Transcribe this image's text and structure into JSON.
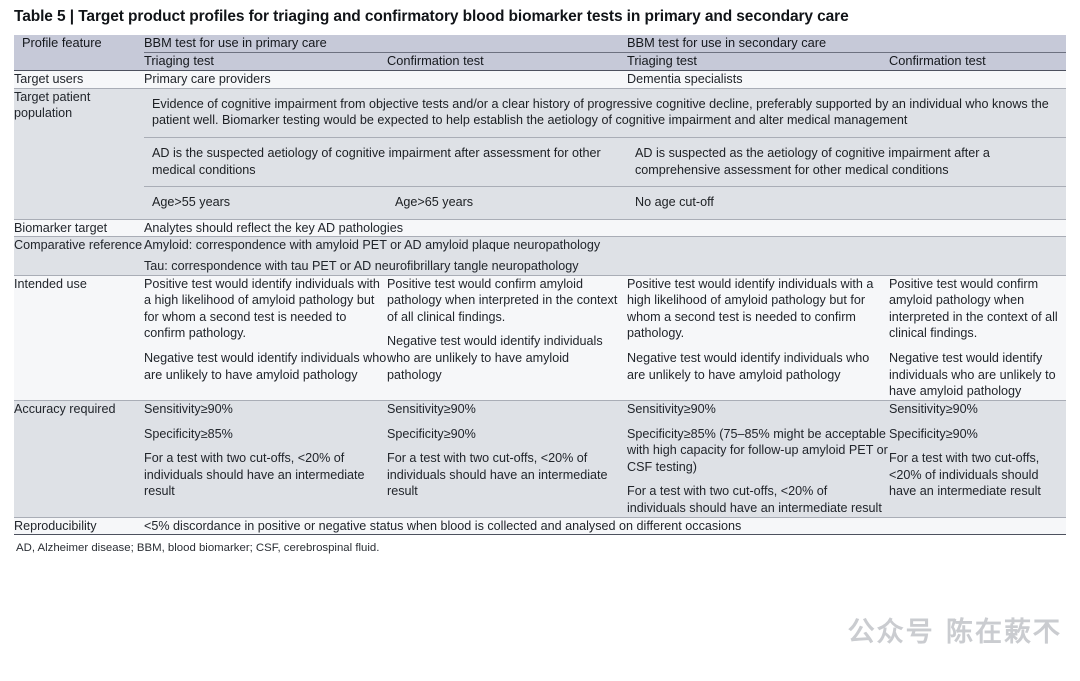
{
  "title": {
    "number": "Table 5",
    "separator": "|",
    "text": "Target product profiles for triaging and confirmatory blood biomarker tests in primary and secondary care",
    "full": "Table 5 | Target product profiles for triaging and confirmatory blood biomarker tests in primary and secondary care"
  },
  "header": {
    "feature_label": "Profile feature",
    "group_primary": "BBM test for use in primary care",
    "group_secondary": "BBM test for use in secondary care",
    "sub_primary_triaging": "Triaging test",
    "sub_primary_confirmation": "Confirmation test",
    "sub_secondary_triaging": "Triaging test",
    "sub_secondary_confirmation": "Confirmation test"
  },
  "rows": {
    "target_users": {
      "feature": "Target users",
      "primary": "Primary care providers",
      "secondary": "Dementia specialists"
    },
    "target_patient_population": {
      "feature": "Target patient population",
      "span_all": "Evidence of cognitive impairment from objective tests and/or a clear history of progressive cognitive decline, preferably supported by an individual who knows the patient well. Biomarker testing would be expected to help establish the aetiology of cognitive impairment and alter medical management",
      "primary_group": "AD is the suspected aetiology of cognitive impairment after assessment for other medical conditions",
      "secondary_group": "AD is suspected as the aetiology of cognitive impairment after a comprehensive assessment for other medical conditions",
      "age_primary_triaging": "Age>55 years",
      "age_primary_confirmation": "Age>65 years",
      "age_secondary": "No age cut-off"
    },
    "biomarker_target": {
      "feature": "Biomarker target",
      "span_all": "Analytes should reflect the key AD pathologies"
    },
    "comparative_reference": {
      "feature": "Comparative reference",
      "line1": "Amyloid: correspondence with amyloid PET or AD amyloid plaque neuropathology",
      "line2": "Tau: correspondence with tau PET or AD neurofibrillary tangle neuropathology"
    },
    "intended_use": {
      "feature": "Intended use",
      "primary_triaging": [
        "Positive test would identify individuals with a high likelihood of amyloid pathology but for whom a second test is needed to confirm pathology.",
        "Negative test would identify individuals who are unlikely to have amyloid pathology"
      ],
      "primary_confirmation": [
        "Positive test would confirm amyloid pathology when interpreted in the context of all clinical findings.",
        "Negative test would identify individuals who are unlikely to have amyloid pathology"
      ],
      "secondary_triaging": [
        "Positive test would identify individuals with a high likelihood of amyloid pathology but for whom a second test is needed to confirm pathology.",
        "Negative test would identify individuals who are unlikely to have amyloid pathology"
      ],
      "secondary_confirmation": [
        "Positive test would confirm amyloid pathology when interpreted in the context of all clinical findings.",
        "Negative test would identify individuals who are unlikely to have amyloid pathology"
      ]
    },
    "accuracy_required": {
      "feature": "Accuracy required",
      "primary_triaging": [
        "Sensitivity≥90%",
        "Specificity≥85%",
        "For a test with two cut-offs, <20% of individuals should have an intermediate result"
      ],
      "primary_confirmation": [
        "Sensitivity≥90%",
        "Specificity≥90%",
        "For a test with two cut-offs, <20% of individuals should have an intermediate result"
      ],
      "secondary_triaging": [
        "Sensitivity≥90%",
        "Specificity≥85% (75–85% might be acceptable with high capacity for follow-up amyloid PET or CSF testing)",
        "For a test with two cut-offs, <20% of individuals should have an intermediate result"
      ],
      "secondary_confirmation": [
        "Sensitivity≥90%",
        "Specificity≥90%",
        "For a test with two cut-offs, <20% of individuals should have an intermediate result"
      ]
    },
    "reproducibility": {
      "feature": "Reproducibility",
      "span_all": "<5% discordance in positive or negative status when blood is collected and analysed on different occasions"
    }
  },
  "footnote": "AD, Alzheimer disease; BBM, blood biomarker; CSF, cerebrospinal fluid.",
  "watermark": "公众号 陈在蔌𣎴",
  "colors": {
    "header_background": "#c6c9d8",
    "band_light": "#f6f7f9",
    "band_dark": "#dee1e6",
    "rule_strong": "#4d515e",
    "rule_light": "#a9adb6",
    "text": "#21252b"
  }
}
